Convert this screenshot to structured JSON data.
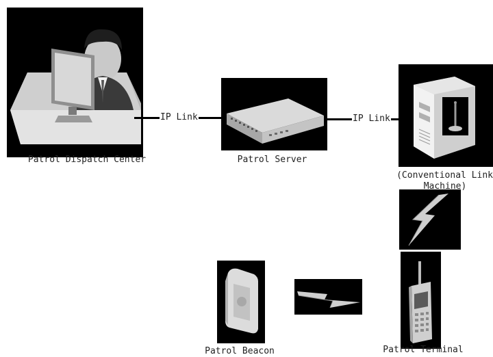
{
  "nodes": {
    "dispatch_center": {
      "label": "Patrol Dispatch Center"
    },
    "server": {
      "label": "Patrol Server"
    },
    "link_machine": {
      "label_line1": "(Conventional Link",
      "label_line2": "Machine)"
    },
    "beacon": {
      "label": "Patrol Beacon"
    },
    "terminal": {
      "label": "Patrol Terminal"
    }
  },
  "links": [
    {
      "label": "IP Link"
    },
    {
      "label": "IP Link"
    }
  ]
}
